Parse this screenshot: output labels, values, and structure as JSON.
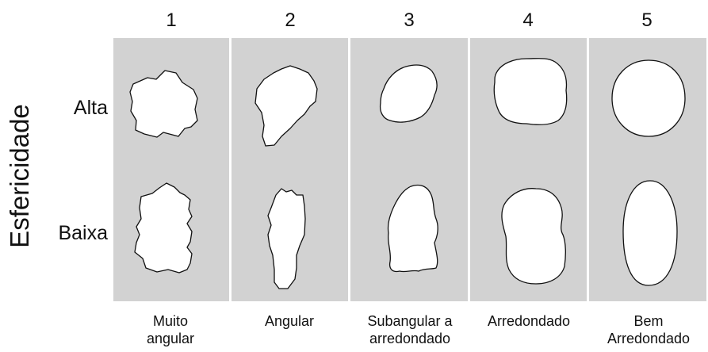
{
  "axis_label": "Esfericidade",
  "rows": [
    {
      "label": "Alta"
    },
    {
      "label": "Baixa"
    }
  ],
  "columns": [
    {
      "number": "1",
      "caption": "Muito\nangular"
    },
    {
      "number": "2",
      "caption": "Angular"
    },
    {
      "number": "3",
      "caption": "Subangular a\narredondado"
    },
    {
      "number": "4",
      "caption": "Arredondado"
    },
    {
      "number": "5",
      "caption": "Bem\nArredondado"
    }
  ],
  "colors": {
    "panel": "#d2d2d2",
    "grain_fill": "#ffffff",
    "grain_stroke": "#111111",
    "divider": "#ffffff"
  }
}
